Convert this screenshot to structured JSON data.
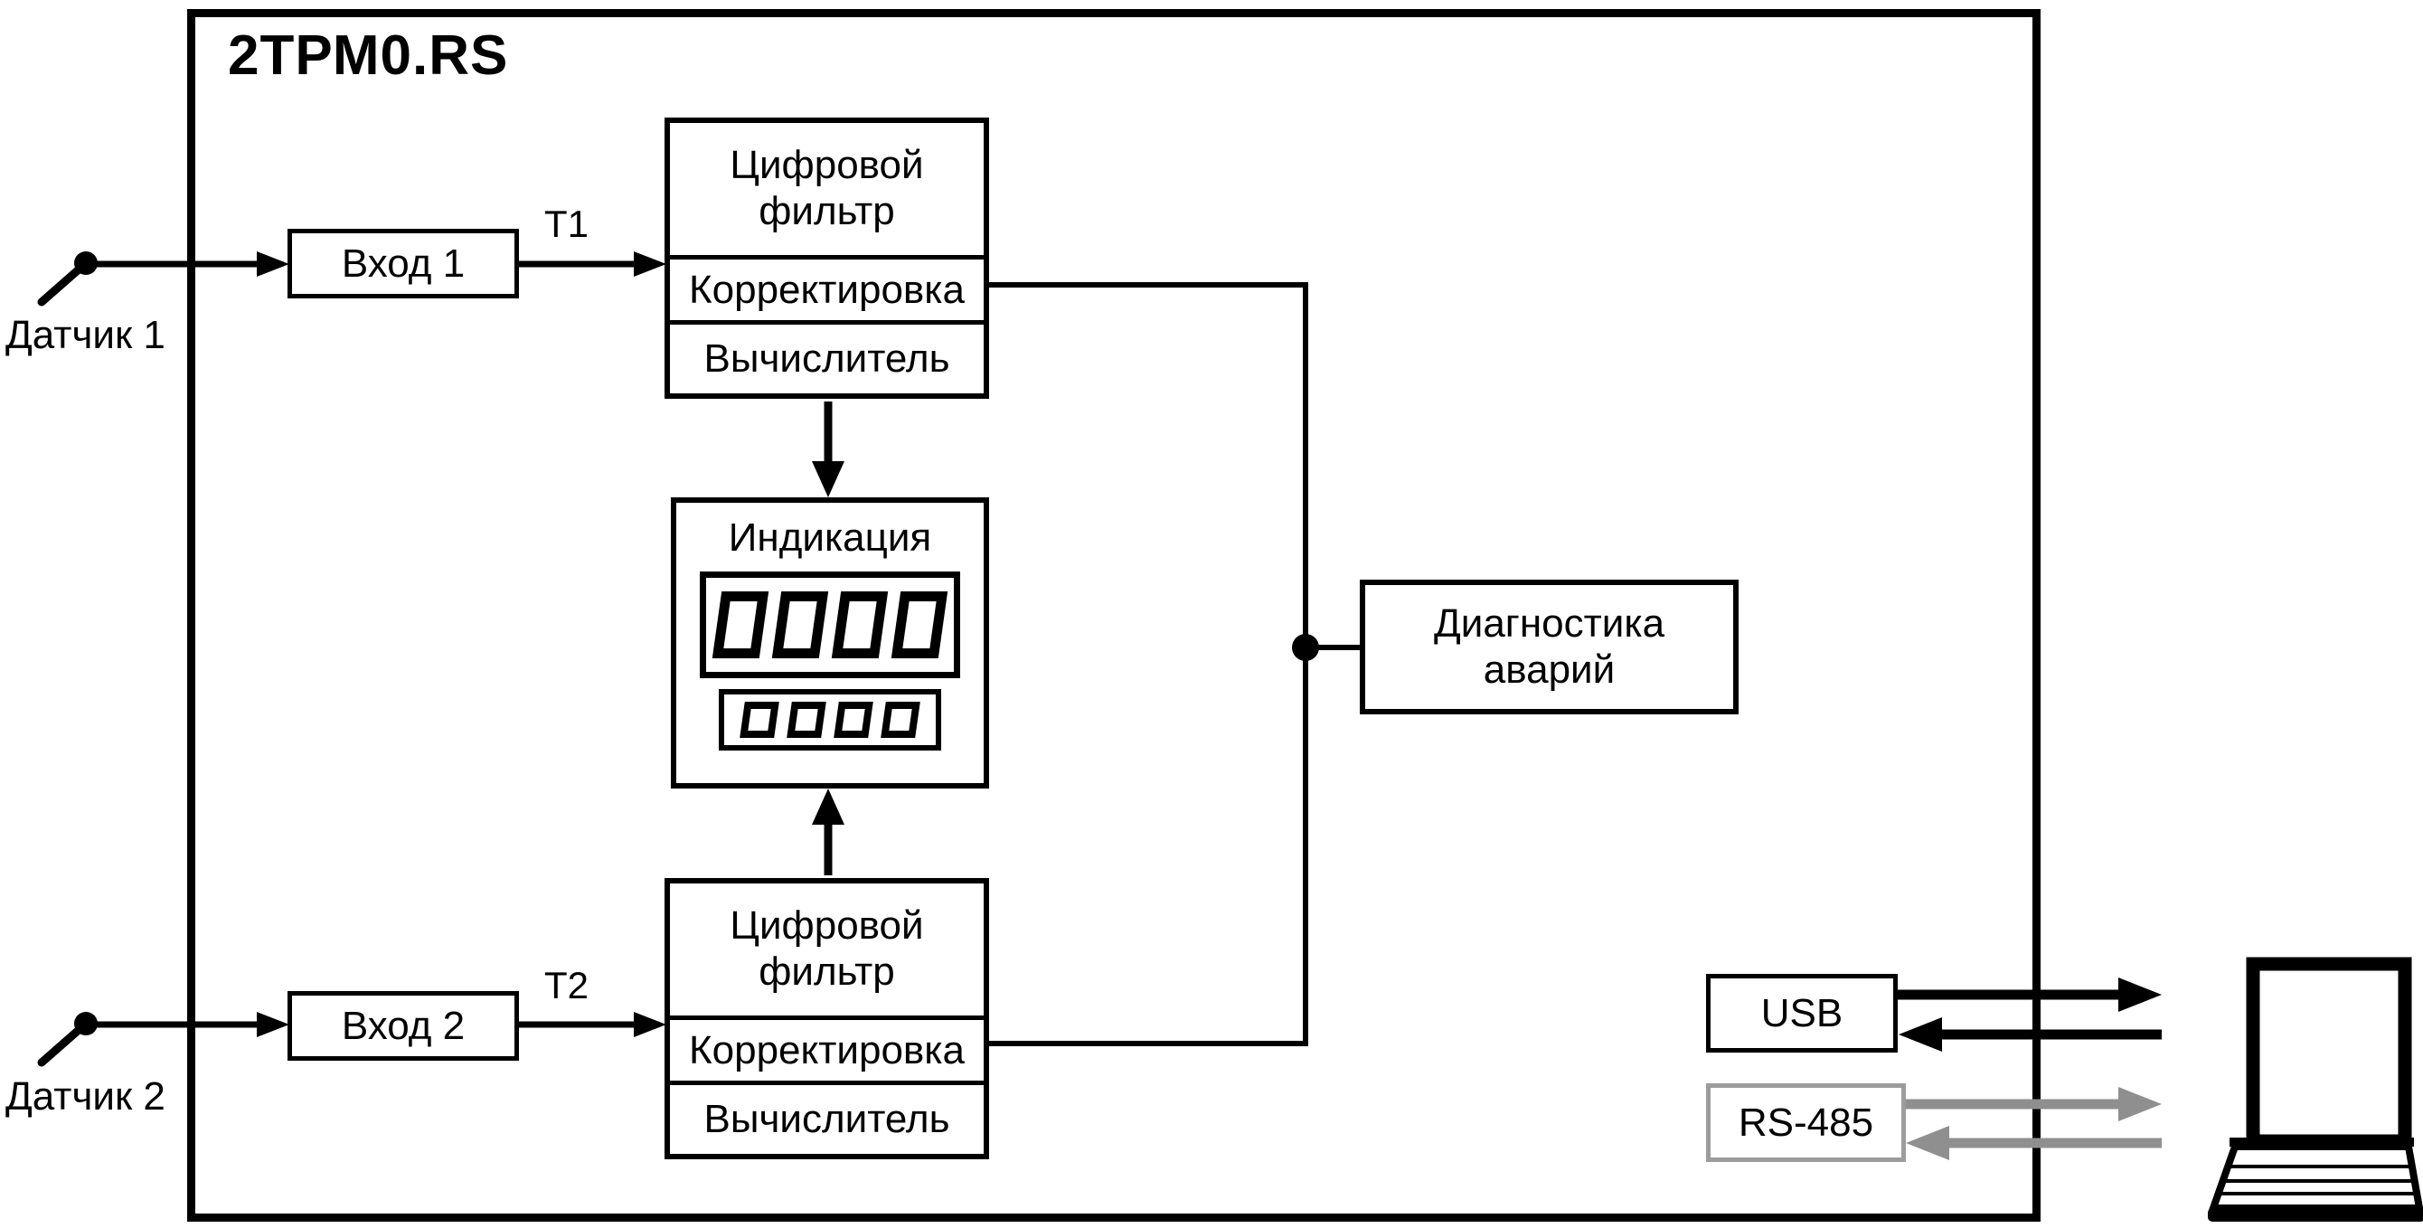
{
  "title": "2ТРМ0.RS",
  "sensors": {
    "s1": "Датчик 1",
    "s2": "Датчик 2"
  },
  "inputs": {
    "in1": "Вход 1",
    "in2": "Вход 2"
  },
  "signals": {
    "t1": "Т1",
    "t2": "Т2"
  },
  "filter_top": {
    "title": "Цифровой фильтр",
    "row2": "Корректировка",
    "row3": "Вычислитель"
  },
  "filter_bottom": {
    "title": "Цифровой фильтр",
    "row2": "Корректировка",
    "row3": "Вычислитель"
  },
  "indication": {
    "title": "Индикация",
    "display1": "0000",
    "display2": "0000"
  },
  "diagnostics": {
    "label": "Диагностика аварий"
  },
  "ports": {
    "usb": "USB",
    "rs485": "RS-485"
  },
  "colors": {
    "ink": "#000000",
    "gray": "#8f8f8f",
    "rs485_border": "#9c9c9c"
  }
}
